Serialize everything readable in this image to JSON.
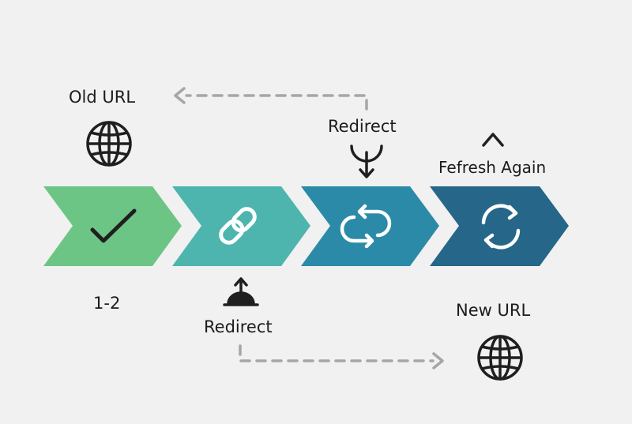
{
  "labels": {
    "old_url": "Old URL",
    "redirect_top": "Redirect",
    "refresh_again": "Fefresh Again",
    "step_range": "1-2",
    "redirect_bottom": "Redirect",
    "new_url": "New URL"
  },
  "steps": [
    {
      "icon": "checkmark-icon",
      "color": "#6cc584"
    },
    {
      "icon": "link-icon",
      "color": "#4db5ad"
    },
    {
      "icon": "swap-arrows-icon",
      "color": "#2b8aa7"
    },
    {
      "icon": "refresh-icon",
      "color": "#256689"
    }
  ],
  "colors": {
    "background": "#f1f1f1",
    "dashed_arrow": "#a6a6a6",
    "icon_dark": "#1f1f1f"
  }
}
